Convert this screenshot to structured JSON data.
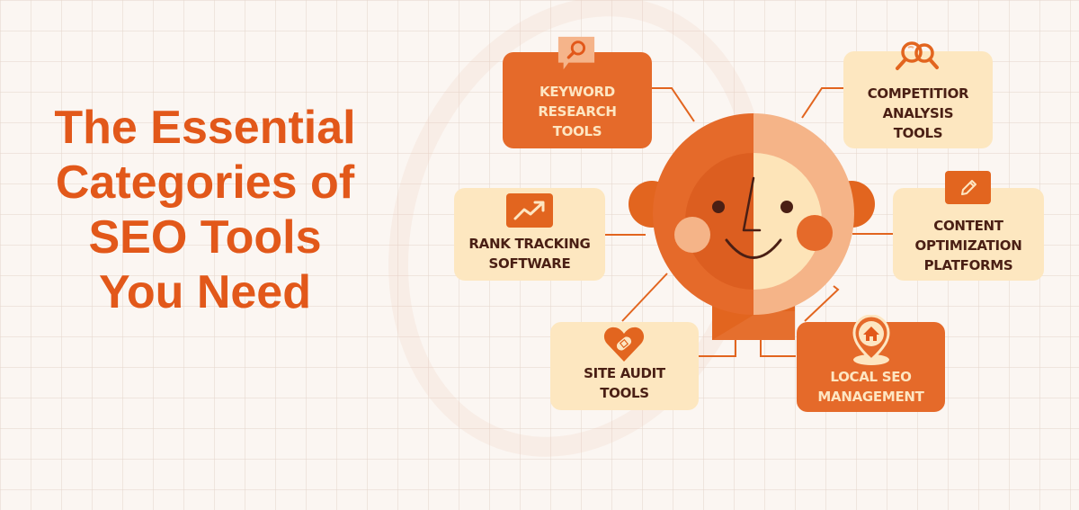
{
  "title": {
    "lines": [
      "The Essential",
      "Categories of",
      "SEO Tools",
      "You Need"
    ]
  },
  "colors": {
    "accent": "#e2581a",
    "box_dark": "#e56a2a",
    "box_light": "#fde7c0",
    "text_dark": "#4a1f14",
    "text_light": "#fde6c2",
    "background": "#fbf6f2"
  },
  "categories": [
    {
      "id": "keyword",
      "lines": [
        "KEYWORD",
        "RESEARCH",
        "TOOLS"
      ],
      "icon": "magnifier-speech-bubble-icon",
      "style": "dark"
    },
    {
      "id": "competitor",
      "lines": [
        "COMPETITIOR",
        "ANALYSIS",
        "TOOLS"
      ],
      "icon": "double-magnifier-icon",
      "style": "light"
    },
    {
      "id": "rank",
      "lines": [
        "RANK TRACKING",
        "SOFTWARE"
      ],
      "icon": "trend-up-arrow-icon",
      "style": "light"
    },
    {
      "id": "content",
      "lines": [
        "CONTENT",
        "OPTIMIZATION",
        "PLATFORMS"
      ],
      "icon": "pencil-icon",
      "style": "light"
    },
    {
      "id": "audit",
      "lines": [
        "SITE AUDIT",
        "TOOLS"
      ],
      "icon": "heart-bandage-icon",
      "style": "light"
    },
    {
      "id": "local",
      "lines": [
        "LOCAL SEO",
        "MANAGEMENT"
      ],
      "icon": "home-location-pin-icon",
      "style": "dark"
    }
  ],
  "center_figure": {
    "description": "smiling-head",
    "icon": "smiling-face-icon"
  }
}
